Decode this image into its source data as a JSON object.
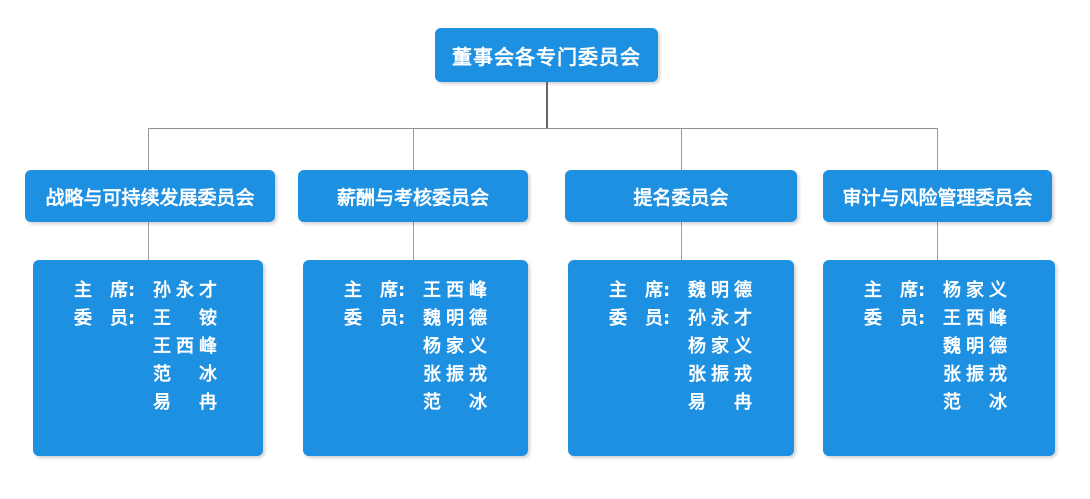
{
  "root": {
    "title": "董事会各专门委员会"
  },
  "labels": {
    "chairman": "主　席:",
    "members": "委　员:"
  },
  "colors": {
    "box_blue": "#1e90e2",
    "connector_gray": "#999999",
    "root_stub_gray": "#666666",
    "text_white": "#ffffff",
    "background": "#ffffff"
  },
  "committees": [
    {
      "title": "战略与可持续发展委员会",
      "chairman": "孙永才",
      "members": [
        "王　铵",
        "王西峰",
        "范　冰",
        "易　冉"
      ]
    },
    {
      "title": "薪酬与考核委员会",
      "chairman": "王西峰",
      "members": [
        "魏明德",
        "杨家义",
        "张振戎",
        "范　冰"
      ]
    },
    {
      "title": "提名委员会",
      "chairman": "魏明德",
      "members": [
        "孙永才",
        "杨家义",
        "张振戎",
        "易　冉"
      ]
    },
    {
      "title": "审计与风险管理委员会",
      "chairman": "杨家义",
      "members": [
        "王西峰",
        "魏明德",
        "张振戎",
        "范　冰"
      ]
    }
  ]
}
